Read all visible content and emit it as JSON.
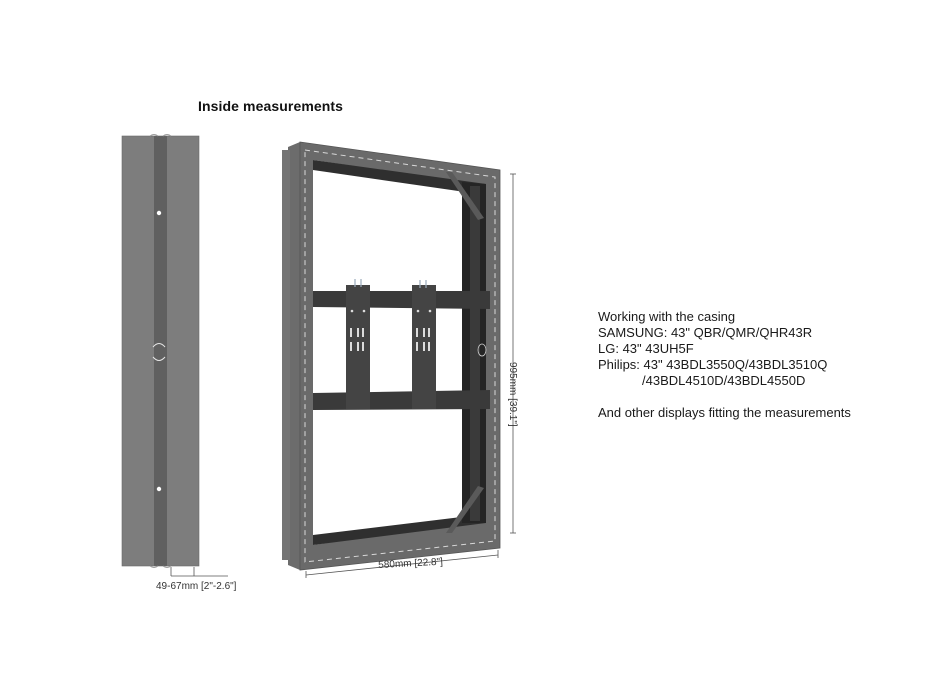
{
  "title": "Inside measurements",
  "dimensions": {
    "depth": "49-67mm [2\"-2.6\"]",
    "width": "580mm [22.8\"]",
    "height": "995mm [39.1\"]"
  },
  "compatibility": {
    "heading": "Working with the casing",
    "samsung": "SAMSUNG: 43\" QBR/QMR/QHR43R",
    "lg": "LG: 43\" 43UH5F",
    "philips_line1": "Philips: 43\" 43BDL3550Q/43BDL3510Q",
    "philips_line2": "/43BDL4510D/43BDL4550D",
    "footer": "And other displays fitting the measurements"
  },
  "colors": {
    "casing_gray": "#7a7a7a",
    "casing_dark_channel": "#5e5e5e",
    "frame_dark": "#2b2b2b",
    "bracket": "#3d3d3d",
    "dim_line": "#555555"
  }
}
